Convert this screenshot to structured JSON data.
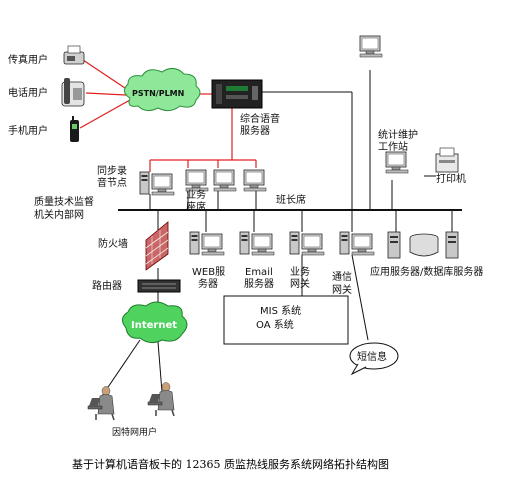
{
  "labels": {
    "fax_user": "传真用户",
    "phone_user": "电话用户",
    "mobile_user": "手机用户",
    "pstn": "PSTN/PLMN",
    "ivr_server_1": "综合语音",
    "ivr_server_2": "服务器",
    "sync_node_1": "同步录",
    "sync_node_2": "音节点",
    "biz_seat_1": "业务",
    "biz_seat_2": "座席",
    "leader_seat": "班长席",
    "stats_ws_1": "统计维护",
    "stats_ws_2": "工作站",
    "printer": "打印机",
    "intranet_1": "质量技术监督",
    "intranet_2": "机关内部网",
    "firewall": "防火墙",
    "router": "路由器",
    "internet": "Internet",
    "internet_user": "因特网用户",
    "web_server_1": "WEB服",
    "web_server_2": "务器",
    "email_server_1": "Email",
    "email_server_2": "服务器",
    "biz_gateway_1": "业务",
    "biz_gateway_2": "网关",
    "comm_gateway_1": "通信",
    "comm_gateway_2": "网关",
    "app_db_server": "应用服务器/数据库服务器",
    "mis_system": "MIS 系统",
    "oa_system": "OA 系统",
    "sms": "短信息"
  },
  "caption": "基于计算机语音板卡的 12365 质监热线服务系统网络拓扑结构图"
}
